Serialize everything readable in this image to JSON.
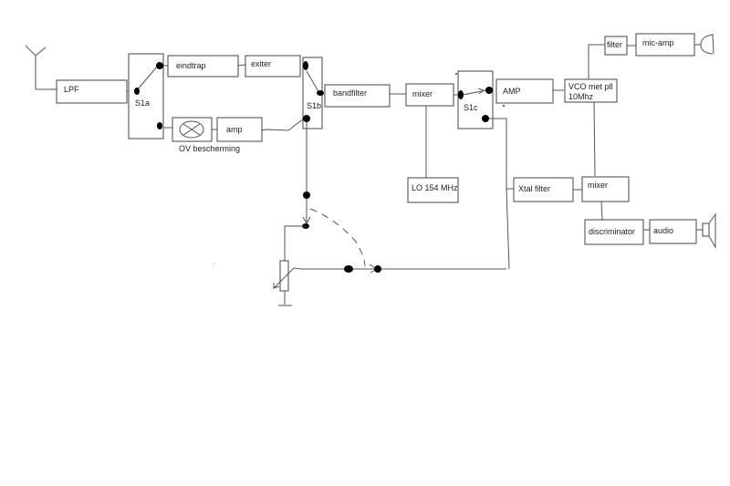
{
  "diagram": {
    "title": "",
    "colors": {
      "line": "#555555",
      "antenna": "#888888",
      "junction": "#000000",
      "background": "#ffffff"
    },
    "blocks": {
      "lpf": "LPF",
      "s1a": "S1a",
      "eindtrap": "eindtrap",
      "exiter": "exiter",
      "ov_protection_caption": "OV bescherming",
      "amp_tx": "amp",
      "s1b": "S1b",
      "bandfilter": "bandfilter",
      "mixer_rx": "mixer",
      "lo": "LO 154 MHz",
      "s1c": "S1c",
      "amp_main": "AMP",
      "vco_line1": "VCO met pll",
      "vco_line2": "10Mhz",
      "filter": "filter",
      "mic_amp": "mic-amp",
      "xtal_filter": "Xtal filter",
      "mixer_if": "mixer",
      "discriminator": "discriminator",
      "audio": "audio"
    },
    "symbols": [
      "antenna-icon",
      "lamp-icon",
      "microphone-icon",
      "speaker-icon",
      "potentiometer-icon",
      "ground-icon",
      "switch-icon"
    ]
  }
}
